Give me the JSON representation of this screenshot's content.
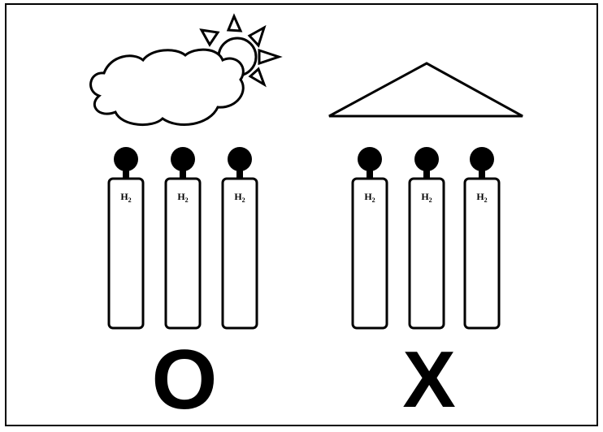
{
  "colors": {
    "ink": "#000000",
    "paper": "#ffffff"
  },
  "left_scene": {
    "icons": [
      "cloud-icon",
      "sun-icon"
    ],
    "cylinders": [
      {
        "label": "H",
        "subscript": "2"
      },
      {
        "label": "H",
        "subscript": "2"
      },
      {
        "label": "H",
        "subscript": "2"
      }
    ],
    "verdict": "O"
  },
  "right_scene": {
    "icons": [
      "roof-icon"
    ],
    "cylinders": [
      {
        "label": "H",
        "subscript": "2"
      },
      {
        "label": "H",
        "subscript": "2"
      },
      {
        "label": "H",
        "subscript": "2"
      }
    ],
    "verdict": "X"
  }
}
